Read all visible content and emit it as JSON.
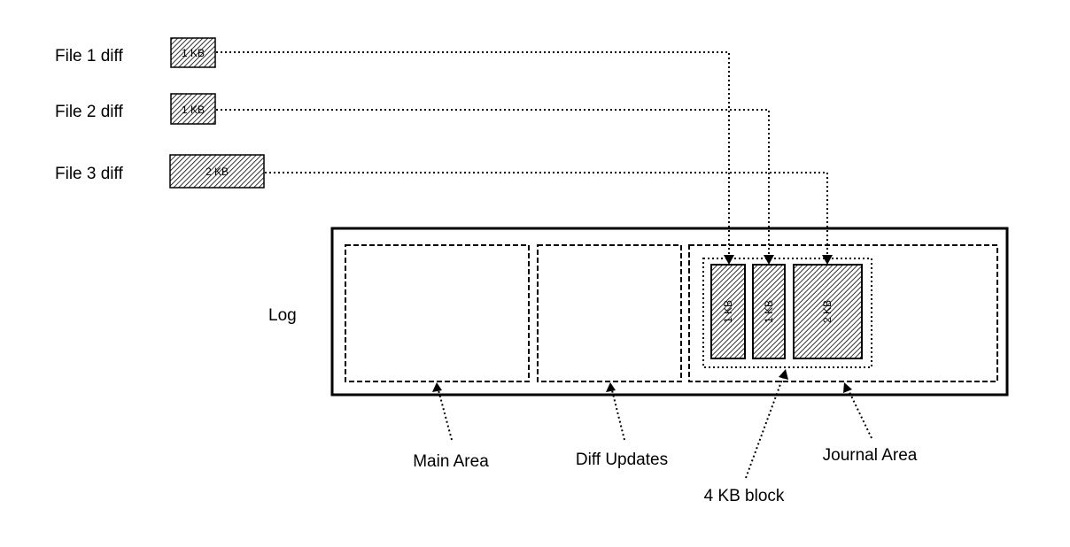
{
  "files": [
    {
      "label": "File 1 diff",
      "size": "1 KB"
    },
    {
      "label": "File 2 diff",
      "size": "1 KB"
    },
    {
      "label": "File 3 diff",
      "size": "2 KB"
    }
  ],
  "log": {
    "label": "Log",
    "areas": {
      "main": "Main Area",
      "diff": "Diff Updates",
      "journal": "Journal Area"
    },
    "block_label": "4 KB block",
    "block_entries": [
      "1 KB",
      "1 KB",
      "2 KB"
    ]
  },
  "colors": {
    "stroke": "#000000",
    "background": "#ffffff"
  }
}
